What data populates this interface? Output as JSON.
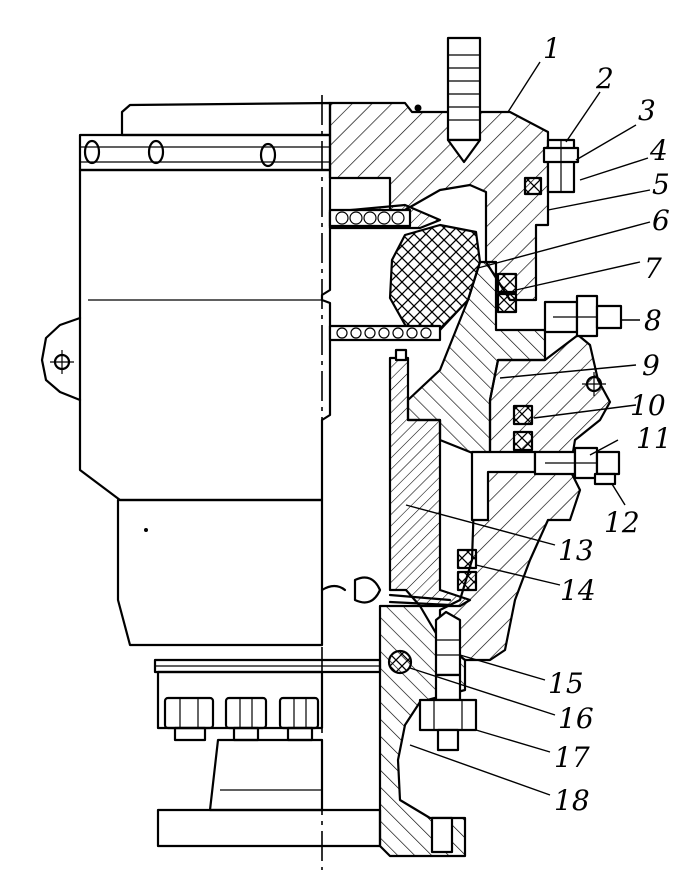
{
  "figure": {
    "part_labels": [
      "1",
      "2",
      "3",
      "4",
      "5",
      "6",
      "7",
      "8",
      "9",
      "10",
      "11",
      "12",
      "13",
      "14",
      "15",
      "16",
      "17",
      "18"
    ]
  }
}
